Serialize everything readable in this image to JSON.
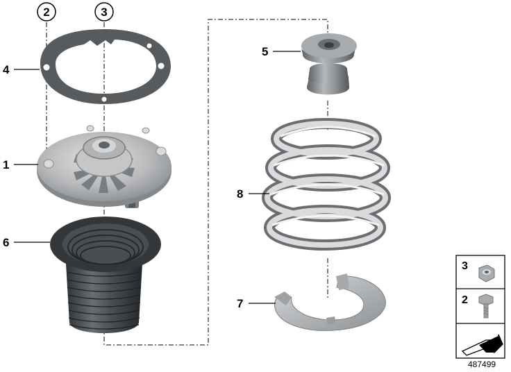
{
  "callouts": {
    "c1": "1",
    "c2": "2",
    "c3": "3",
    "c4": "4",
    "c5": "5",
    "c6": "6",
    "c7": "7",
    "c8": "8"
  },
  "legend": {
    "item_nut": "3",
    "item_bolt": "2"
  },
  "diagram_id": "487499",
  "colors": {
    "metal_light": "#c9cbcd",
    "metal_mid": "#9b9ea1",
    "metal_dark": "#6e7174",
    "rubber_dark": "#3c3f42",
    "rubber_mid": "#5d6165",
    "gasket": "#575a5d"
  }
}
